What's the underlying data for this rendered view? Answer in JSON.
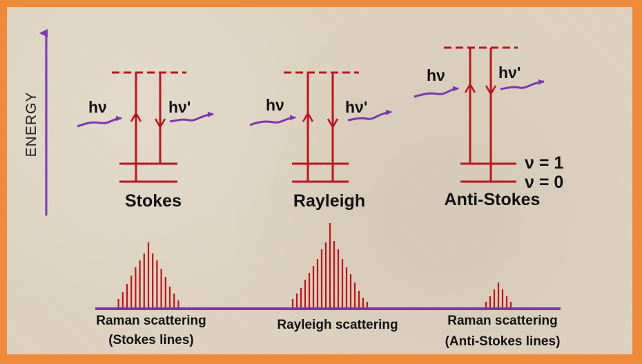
{
  "axis": {
    "label": "ENERGY"
  },
  "diagrams": [
    {
      "name": "Stokes",
      "incoming": "hν",
      "outgoing": "hν'"
    },
    {
      "name": "Rayleigh",
      "incoming": "hν",
      "outgoing": "hν'"
    },
    {
      "name": "Anti-Stokes",
      "incoming": "hν",
      "outgoing": "hν'",
      "level_upper": "ν = 1",
      "level_lower": "ν = 0"
    }
  ],
  "spectrum": {
    "groups": [
      {
        "line1": "Raman scattering",
        "line2": "(Stokes lines)"
      },
      {
        "line1": "Rayleigh scattering",
        "line2": ""
      },
      {
        "line1": "Raman scattering",
        "line2": "(Anti-Stokes lines)"
      }
    ]
  },
  "colors": {
    "border": "#ee8a3a",
    "level_lines": "#c0121c",
    "photon_arrows": "#7b35b5",
    "baseline": "#7b35b5"
  }
}
